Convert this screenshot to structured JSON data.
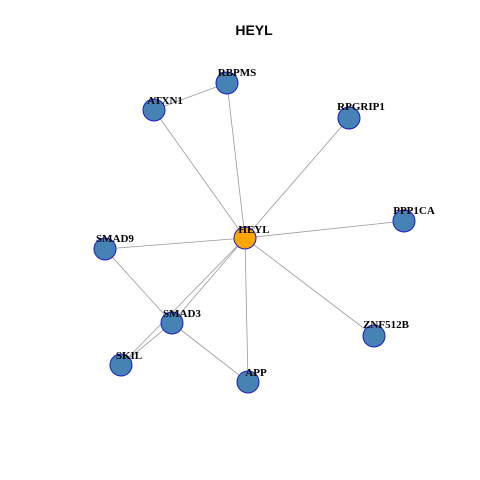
{
  "title": "HEYL",
  "colors": {
    "background": "#ffffff",
    "center_node": "#ffa500",
    "center_stroke": "#6b4a1a",
    "node_fill": "#4682b4",
    "node_stroke": "#1a1acc",
    "edge": "#9a9a9a"
  },
  "nodes": [
    {
      "id": "HEYL",
      "label": "HEYL",
      "center": true
    },
    {
      "id": "RBPMS",
      "label": "RBPMS"
    },
    {
      "id": "ATXN1",
      "label": "ATXN1"
    },
    {
      "id": "RPGRIP1",
      "label": "RPGRIP1"
    },
    {
      "id": "PPP1CA",
      "label": "PPP1CA"
    },
    {
      "id": "SMAD9",
      "label": "SMAD9"
    },
    {
      "id": "SMAD3",
      "label": "SMAD3"
    },
    {
      "id": "ZNF512B",
      "label": "ZNF512B"
    },
    {
      "id": "SKIL",
      "label": "SKIL"
    },
    {
      "id": "APP",
      "label": "APP"
    }
  ],
  "edges": [
    [
      "HEYL",
      "RBPMS"
    ],
    [
      "HEYL",
      "ATXN1"
    ],
    [
      "HEYL",
      "RPGRIP1"
    ],
    [
      "HEYL",
      "PPP1CA"
    ],
    [
      "HEYL",
      "SMAD9"
    ],
    [
      "HEYL",
      "SMAD3"
    ],
    [
      "HEYL",
      "ZNF512B"
    ],
    [
      "HEYL",
      "SKIL"
    ],
    [
      "HEYL",
      "APP"
    ],
    [
      "RBPMS",
      "ATXN1"
    ],
    [
      "SMAD9",
      "SMAD3"
    ],
    [
      "SMAD3",
      "SKIL"
    ],
    [
      "SMAD3",
      "APP"
    ]
  ]
}
